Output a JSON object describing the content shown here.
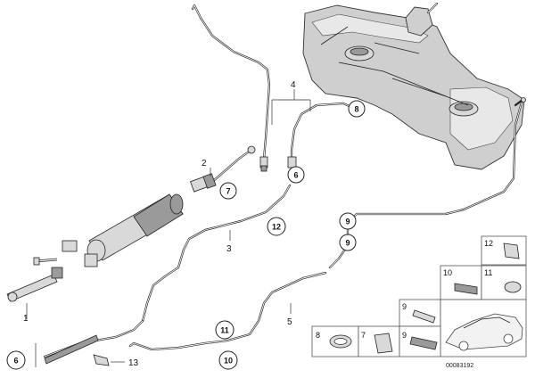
{
  "diagram": {
    "part_labels": {
      "p1": "1",
      "p2": "2",
      "p3": "3",
      "p4": "4",
      "p5": "5",
      "p13": "13"
    },
    "callouts": {
      "c8": "8",
      "c6": "6",
      "c7": "7",
      "c12": "12",
      "c9a": "9",
      "c9b": "9",
      "c11": "11",
      "c10": "10",
      "c6b": "6"
    },
    "detail_boxes": {
      "b12": "12",
      "b10": "10",
      "b11": "11",
      "b9": "9",
      "b8": "8",
      "b7": "7",
      "b9b": "9"
    },
    "document_id": "00083192"
  }
}
